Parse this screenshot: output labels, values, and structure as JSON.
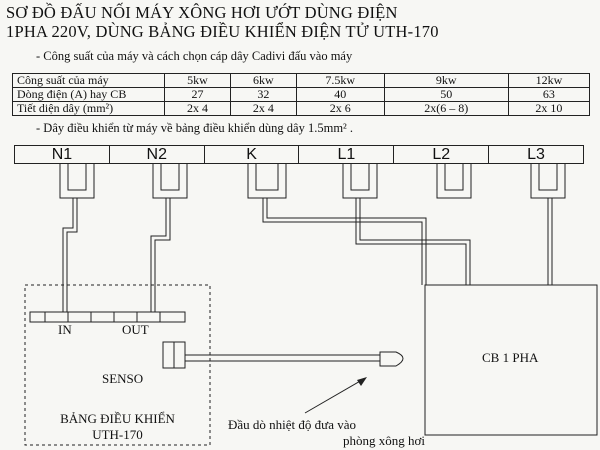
{
  "header": {
    "title_line1": "SƠ ĐỒ ĐẤU NỐI MÁY XÔNG HƠI ƯỚT DÙNG ĐIỆN",
    "title_line2": "1PHA 220V, DÙNG BẢNG ĐIỀU KHIỂN ĐIỆN TỬ UTH-170"
  },
  "notes": {
    "note1": "-   Công suất của máy và cách chọn cáp dây Cadivi đấu vào máy",
    "note2": "-   Dây điều khiển từ máy về bảng điều khiển dùng dây 1.5mm² ."
  },
  "spec_table": {
    "rows": [
      [
        "Công suất của máy",
        "5kw",
        "6kw",
        "7.5kw",
        "9kw",
        "12kw"
      ],
      [
        "Dòng điện (A) hay CB",
        "27",
        "32",
        "40",
        "50",
        "63"
      ],
      [
        "Tiết diện dây (mm²)",
        "2x 4",
        "2x 4",
        "2x 6",
        "2x(6 – 8)",
        "2x 10"
      ]
    ]
  },
  "terminal_strip": {
    "labels": [
      "N1",
      "N2",
      "K",
      "L1",
      "L2",
      "L3"
    ]
  },
  "control_panel": {
    "in_label": "IN",
    "out_label": "OUT",
    "senso_label": "SENSO",
    "name_line1": "BẢNG ĐIỀU KHIỂN",
    "name_line2": "UTH-170"
  },
  "breaker": {
    "label": "CB 1 PHA"
  },
  "probe_note": {
    "line1": "Đầu dò nhiệt độ đưa vào",
    "line2": "phòng xông hơi"
  }
}
